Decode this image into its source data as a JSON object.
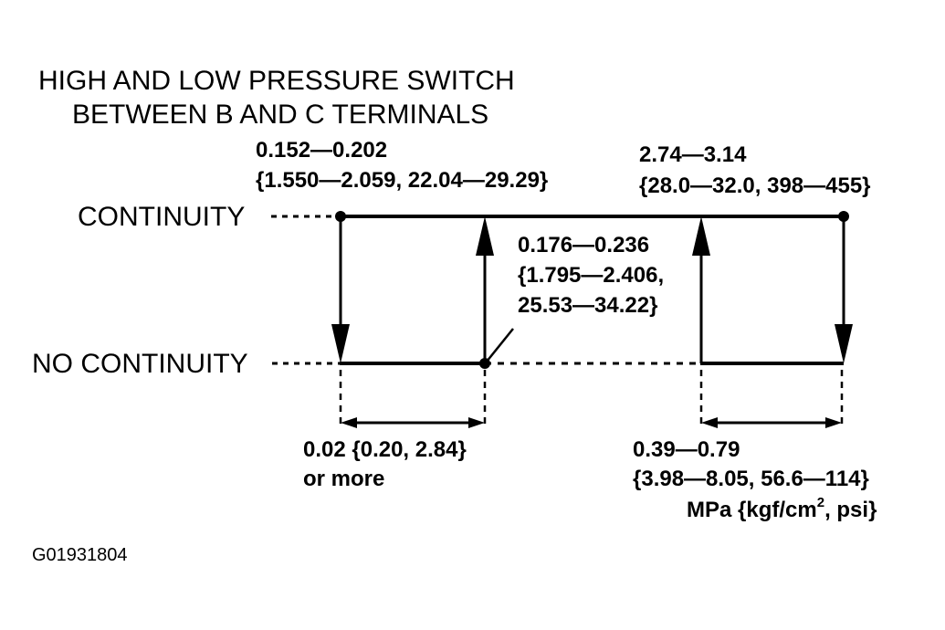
{
  "title": {
    "line1": "HIGH AND LOW PRESSURE SWITCH",
    "line2": "BETWEEN B AND C TERMINALS"
  },
  "states": {
    "continuity": "CONTINUITY",
    "no_continuity": "NO CONTINUITY"
  },
  "low_off": {
    "line1": "0.152—0.202",
    "line2": "{1.550—2.059, 22.04—29.29}"
  },
  "low_on": {
    "line1": "0.176—0.236",
    "line2": "{1.795—2.406,",
    "line3": "25.53—34.22}"
  },
  "high_on": {
    "line1": "2.74—3.14",
    "line2": "{28.0—32.0, 398—455}"
  },
  "low_hysteresis": {
    "line1": "0.02 {0.20, 2.84}",
    "line2": "or more"
  },
  "high_hysteresis": {
    "line1": "0.39—0.79",
    "line2": "{3.98—8.05, 56.6—114}"
  },
  "units": {
    "prefix": "MPa {kgf/cm",
    "superscript": "2",
    "suffix": ", psi}"
  },
  "figure_code": "G01931804"
}
